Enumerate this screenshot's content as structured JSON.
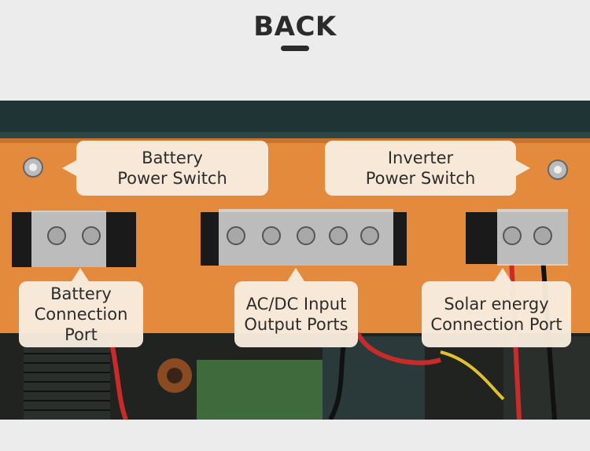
{
  "title": "BACK",
  "callouts": {
    "battery_switch": {
      "line1": "Battery",
      "line2": "Power Switch"
    },
    "inverter_switch": {
      "line1": "Inverter",
      "line2": "Power Switch"
    },
    "battery_port": {
      "line1": "Battery",
      "line2": "Connection",
      "line3": "Port"
    },
    "acdc_ports": {
      "line1": "AC/DC Input",
      "line2": "Output Ports"
    },
    "solar_port": {
      "line1": "Solar energy",
      "line2": "Connection Port"
    }
  },
  "colors": {
    "panel_orange": "#e38a3c",
    "dark_housing": "#1f3434",
    "callout_bg": "#f8ecde",
    "text_dark": "#2b2b2b"
  }
}
